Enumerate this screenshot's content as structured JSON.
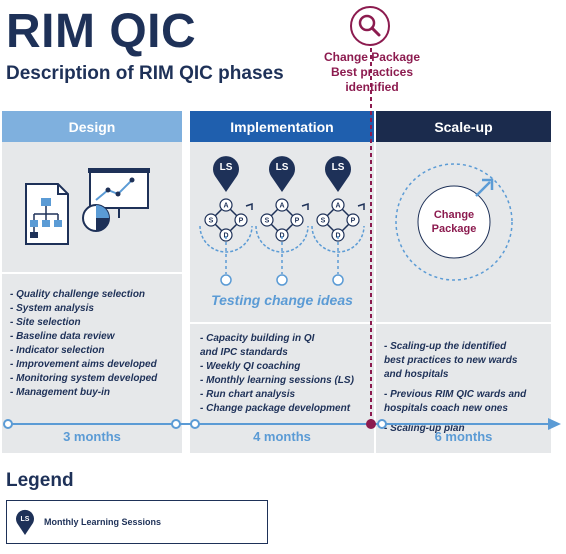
{
  "header": {
    "title": "RIM QIC",
    "subtitle": "Description of RIM QIC phases"
  },
  "milestone": {
    "label": "Change Package\nBest practices\nidentified",
    "icon": "magnifier-icon"
  },
  "phases": [
    {
      "name": "Design",
      "color": "#7fb0de",
      "items": [
        "Quality challenge selection",
        "System analysis",
        "Site selection",
        "Baseline data review",
        "Indicator selection",
        "Improvement aims developed",
        "Monitoring system developed",
        "Management buy-in"
      ],
      "duration": "3 months"
    },
    {
      "name": "Implementation",
      "color": "#1f5fae",
      "items": [
        "Capacity building in QI\n  and IPC standards",
        "Weekly QI coaching",
        "Monthly learning sessions (LS)",
        "Run chart analysis",
        "Change package development"
      ],
      "duration": "4 months",
      "testing_label": "Testing change ideas",
      "session_marker": "LS",
      "pdsa": [
        "A",
        "P",
        "S",
        "D"
      ]
    },
    {
      "name": "Scale-up",
      "color": "#1b2b4d",
      "items": [
        "Scaling-up the identified\n  best practices to new wards\n  and hospitals",
        "Previous RIM QIC wards and\n  hospitals coach new ones",
        "Scaling-up plan"
      ],
      "duration": "6 months",
      "circle_label": "Change\nPackage"
    }
  ],
  "legend": {
    "title": "Legend",
    "marker": "LS",
    "label": "Monthly Learning Sessions"
  },
  "colors": {
    "navy": "#1e3158",
    "light_blue": "#5b9bd5",
    "maroon": "#8c1b4f",
    "panel": "#e6e8ea"
  }
}
